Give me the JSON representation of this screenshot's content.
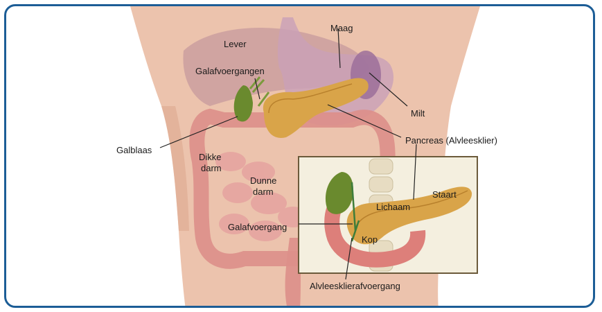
{
  "labels": {
    "lever": "Lever",
    "maag": "Maag",
    "galafvoergangen": "Galafvoergangen",
    "milt": "Milt",
    "galblaas": "Galblaas",
    "pancreas": "Pancreas (Alvleesklier)",
    "dikke_darm_1": "Dikke",
    "dikke_darm_2": "darm",
    "dunne_darm_1": "Dunne",
    "dunne_darm_2": "darm",
    "staart": "Staart",
    "lichaam": "Lichaam",
    "galafvoergang": "Galafvoergang",
    "kop": "Kop",
    "alvleesklierafvoergang": "Alvleesklierafvoergang"
  },
  "colors": {
    "border": "#1c5d96",
    "skin": "#ecc3ad",
    "pancreas": "#d9a449",
    "gallbladder": "#6a8a2e",
    "intestine": "#dd8f8a",
    "stomach": "#c9a0b8",
    "liver": "#c79a9e",
    "inset_border": "#6b5a3a",
    "inset_bg": "#f4efdf"
  }
}
